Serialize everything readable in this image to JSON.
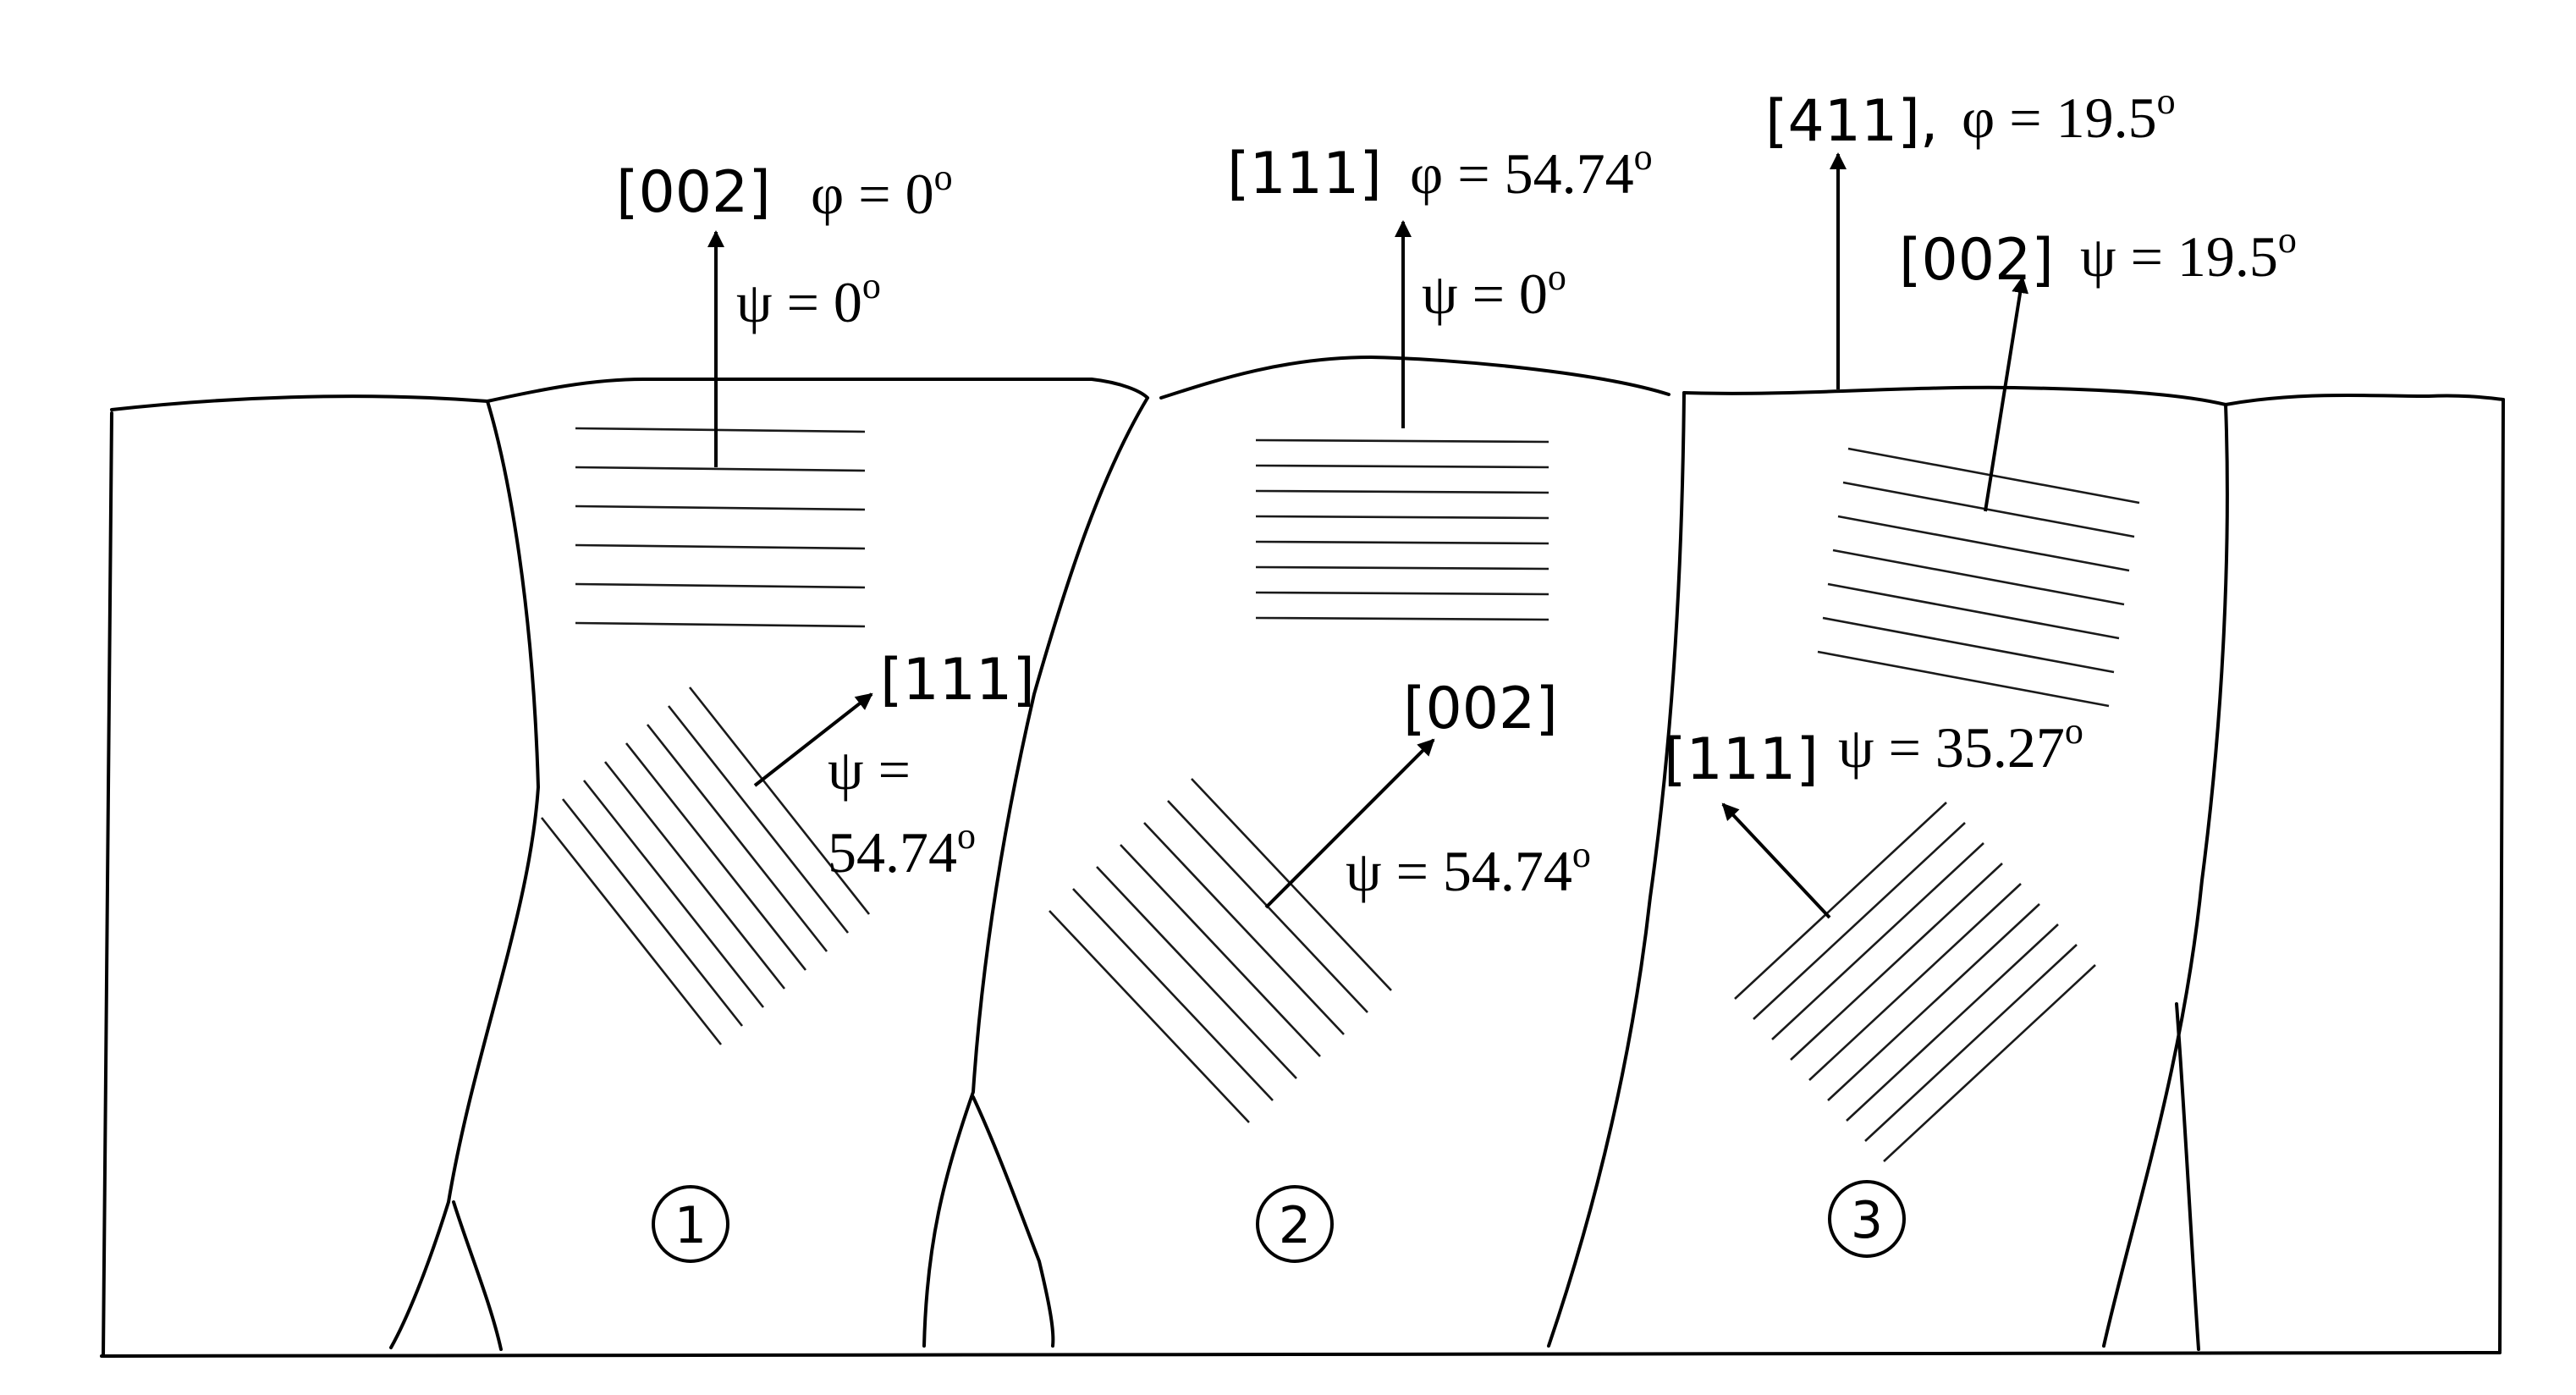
{
  "grains": [
    {
      "number": "1",
      "top_direction": "[002]",
      "top_phi": "φ = 0",
      "top_phi_sup": "o",
      "top_psi": "ψ = 0",
      "top_psi_sup": "o",
      "lower_direction": "[111]",
      "lower_psi_line1": "ψ =",
      "lower_psi_line2": "54.74",
      "lower_psi_sup": "o"
    },
    {
      "number": "2",
      "top_direction": "[111]",
      "top_phi": "φ = 54.74",
      "top_phi_sup": "o",
      "top_psi": "ψ = 0",
      "top_psi_sup": "o",
      "lower_direction": "[002]",
      "lower_psi": "ψ = 54.74",
      "lower_psi_sup": "o"
    },
    {
      "number": "3",
      "surface_direction": "[411],",
      "surface_phi": "φ = 19.5",
      "surface_phi_sup": "o",
      "top_direction": "[002]",
      "top_psi": "ψ = 19.5",
      "top_psi_sup": "o",
      "lower_direction": "[111]",
      "lower_psi": "ψ = 35.27",
      "lower_psi_sup": "o"
    }
  ]
}
